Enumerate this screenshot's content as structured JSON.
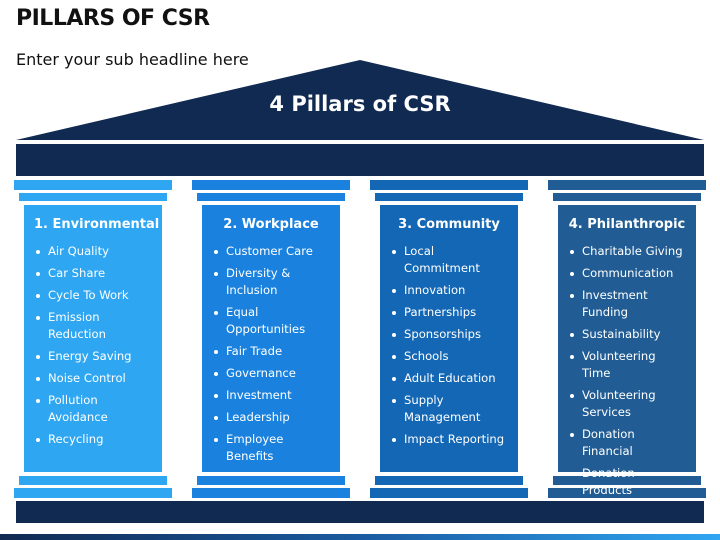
{
  "title": "PILLARS OF CSR",
  "subtitle": "Enter your sub headline here",
  "roof_title": "4 Pillars of CSR",
  "colors": {
    "dark_navy": "#102a52",
    "pillar_1": "#2fa6f2",
    "pillar_2": "#1a82de",
    "pillar_3": "#1467b4",
    "pillar_4": "#215d94"
  },
  "pillars": [
    {
      "heading": "1. Environmental",
      "color": "#2fa6f2",
      "items": [
        "Air Quality",
        "Car Share",
        "Cycle To Work",
        "Emission\nReduction",
        "Energy Saving",
        "Noise Control",
        "Pollution\nAvoidance",
        "Recycling"
      ]
    },
    {
      "heading": "2. Workplace",
      "color": "#1a82de",
      "items": [
        "Customer Care",
        "Diversity &\nInclusion",
        "Equal\nOpportunities",
        "Fair Trade",
        "Governance",
        "Investment",
        "Leadership",
        "Employee Benefits"
      ]
    },
    {
      "heading": "3. Community",
      "color": "#1467b4",
      "items": [
        "Local\nCommitment",
        "Innovation",
        "Partnerships",
        "Sponsorships",
        "Schools",
        "Adult Education",
        "Supply\nManagement",
        "Impact Reporting"
      ]
    },
    {
      "heading": "4. Philanthropic",
      "color": "#215d94",
      "items": [
        "Charitable Giving",
        "Communication",
        "Investment\nFunding",
        "Sustainability",
        "Volunteering Time",
        "Volunteering\nServices",
        "Donation Financial",
        "Donation Products"
      ]
    }
  ]
}
